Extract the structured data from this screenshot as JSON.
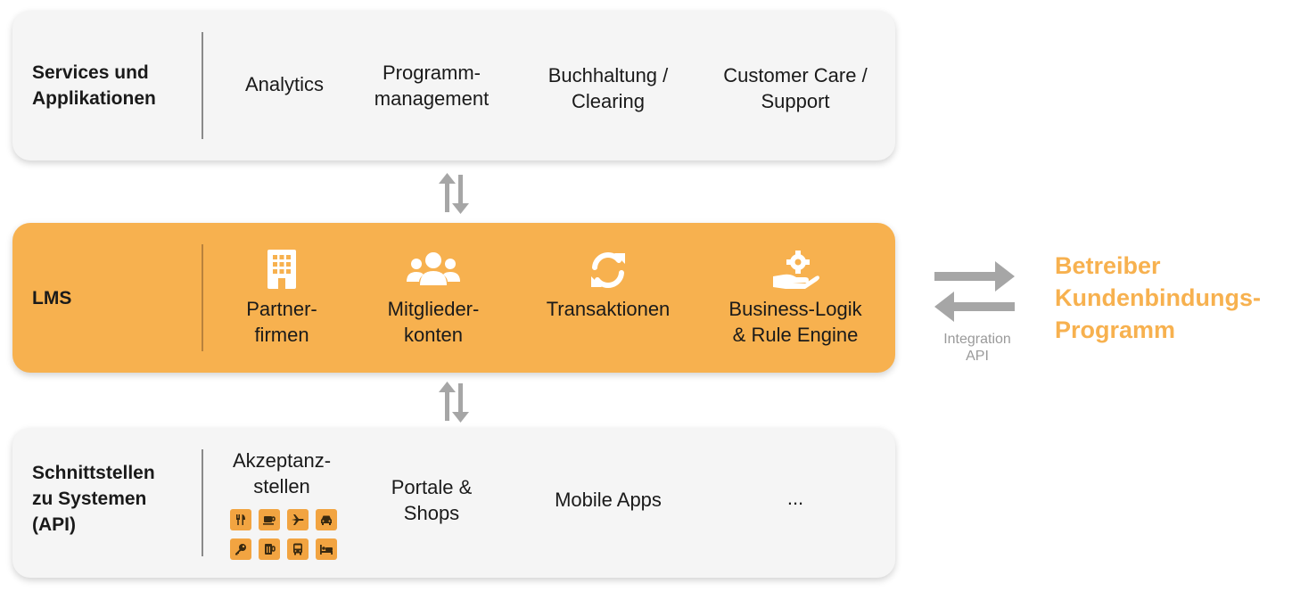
{
  "services": {
    "title_line1": "Services und",
    "title_line2": "Applikationen",
    "items": [
      {
        "line1": "Analytics",
        "line2": ""
      },
      {
        "line1": "Programm-",
        "line2": "management"
      },
      {
        "line1": "Buchhaltung /",
        "line2": "Clearing"
      },
      {
        "line1": "Customer Care /",
        "line2": "Support"
      }
    ]
  },
  "lms": {
    "title": "LMS",
    "items": [
      {
        "line1": "Partner-",
        "line2": "firmen",
        "icon": "building-icon"
      },
      {
        "line1": "Mitglieder-",
        "line2": "konten",
        "icon": "users-icon"
      },
      {
        "line1": "Transaktionen",
        "line2": "",
        "icon": "sync-icon"
      },
      {
        "line1": "Business-Logik",
        "line2": "& Rule Engine",
        "icon": "hand-gear-icon"
      }
    ]
  },
  "api": {
    "title_line1": "Schnittstellen",
    "title_line2": "zu Systemen",
    "title_line3": "(API)",
    "items": [
      {
        "line1": "Akzeptanz-",
        "line2": "stellen"
      },
      {
        "line1": "Portale &",
        "line2": "Shops"
      },
      {
        "line1": "Mobile Apps",
        "line2": ""
      },
      {
        "line1": "...",
        "line2": ""
      }
    ],
    "tile_icons": [
      "restaurant-icon",
      "coffee-icon",
      "plane-icon",
      "car-icon",
      "key-icon",
      "beer-icon",
      "bus-icon",
      "hotel-bed-icon"
    ]
  },
  "operator": {
    "line1": "Betreiber",
    "line2": "Kundenbindungs-",
    "line3": "Programm"
  },
  "integration": {
    "line1": "Integration",
    "line2": "API"
  },
  "colors": {
    "accent": "#f7b14f",
    "panel_grey": "#f5f5f5",
    "arrow_grey": "#a6a6a6"
  }
}
